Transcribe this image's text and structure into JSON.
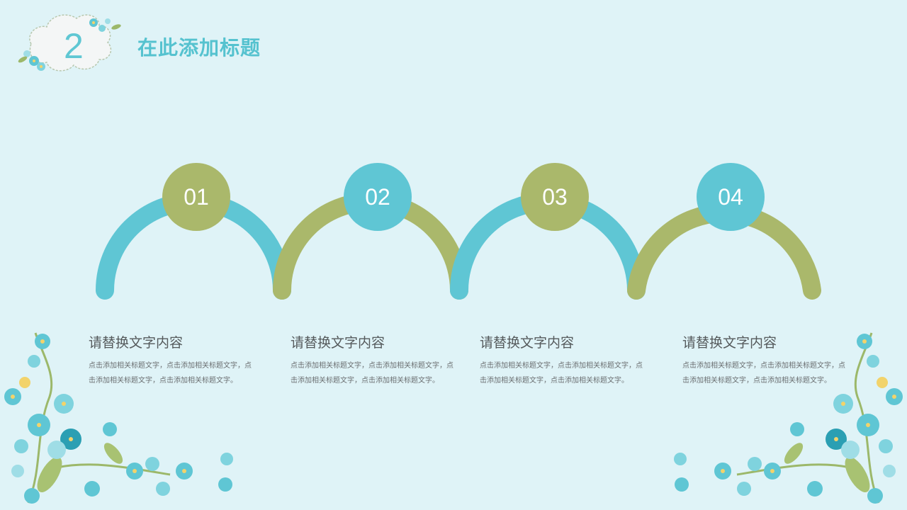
{
  "header": {
    "section_number": "2",
    "title": "在此添加标题"
  },
  "steps": [
    {
      "number": "01",
      "heading": "请替换文字内容",
      "body": "点击添加相关标题文字，点击添加相关标题文字，点击添加相关标题文字，点击添加相关标题文字。"
    },
    {
      "number": "02",
      "heading": "请替换文字内容",
      "body": "点击添加相关标题文字，点击添加相关标题文字，点击添加相关标题文字，点击添加相关标题文字。"
    },
    {
      "number": "03",
      "heading": "请替换文字内容",
      "body": "点击添加相关标题文字，点击添加相关标题文字，点击添加相关标题文字，点击添加相关标题文字。"
    },
    {
      "number": "04",
      "heading": "请替换文字内容",
      "body": "点击添加相关标题文字，点击添加相关标题文字，点击添加相关标题文字，点击添加相关标题文字。"
    }
  ],
  "colors": {
    "background": "#dff3f7",
    "teal": "#5fc6d4",
    "olive": "#aab86b",
    "title": "#55c2cf"
  },
  "icons": [
    "cloud-badge-icon",
    "forget-me-not-floral-icon"
  ]
}
